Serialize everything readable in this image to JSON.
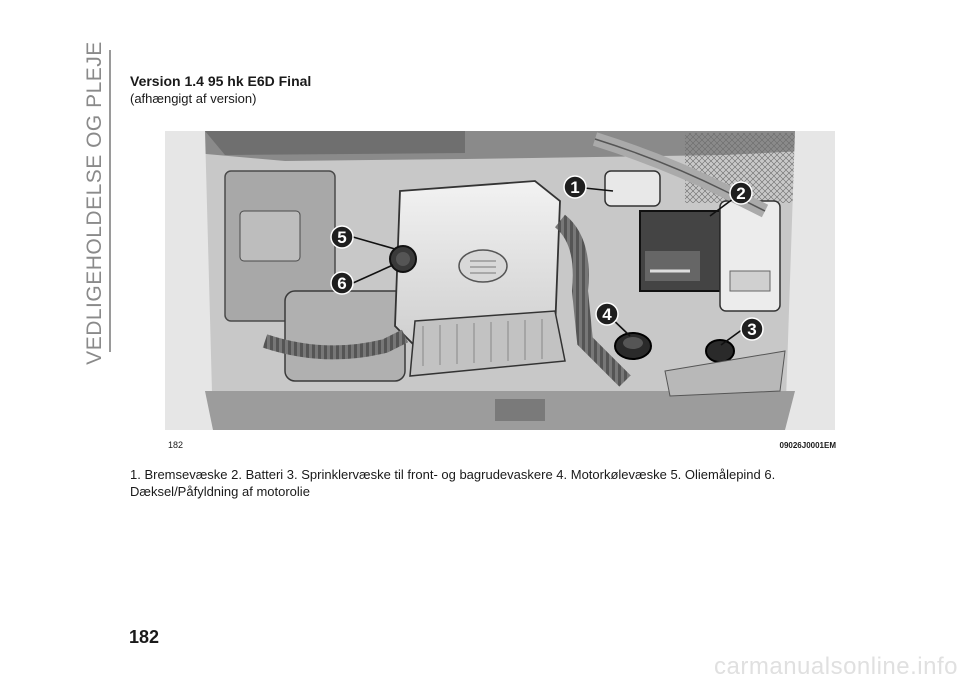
{
  "section_title": "VEDLIGEHOLDELSE OG PLEJE",
  "heading": "Version 1.4 95 hk E6D Final",
  "subheading": "(afhængigt af version)",
  "figure": {
    "number": "182",
    "code": "09026J0001EM",
    "callouts": [
      "1",
      "2",
      "3",
      "4",
      "5",
      "6"
    ]
  },
  "caption": "1. Bremsevæske 2. Batteri 3. Sprinklervæske til front- og bagrudevaskere 4. Motorkølevæske 5. Oliemålepind 6. Dæksel/Påfyldning af motorolie",
  "page_number": "182",
  "watermark": "carmanualsonline.info"
}
